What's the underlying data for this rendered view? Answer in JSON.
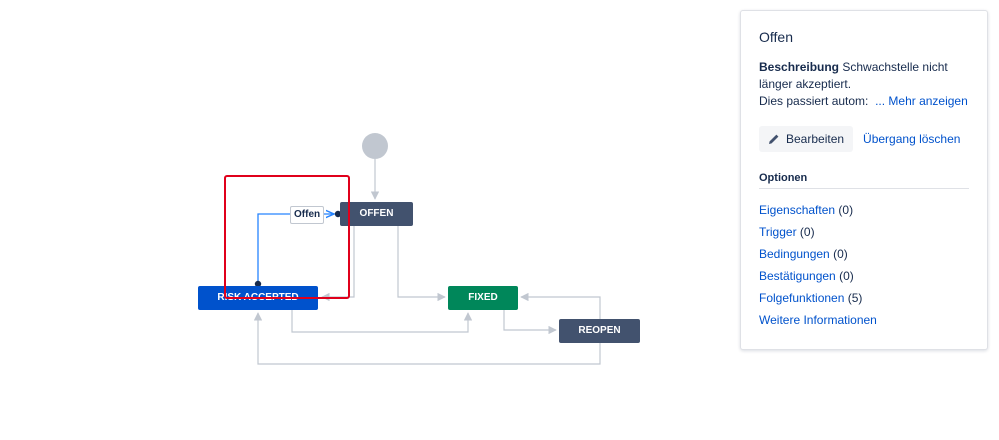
{
  "diagram": {
    "nodes": {
      "offen": "OFFEN",
      "risk_accepted": "RISK ACCEPTED",
      "fixed": "FIXED",
      "reopen": "REOPEN"
    },
    "transition_label": "Offen",
    "colors": {
      "status_gray": "#42526e",
      "status_blue": "#0052cc",
      "status_green": "#00875a",
      "selected_transition": "#2684ff",
      "highlight": "#e0001b"
    }
  },
  "panel": {
    "title": "Offen",
    "description_label": "Beschreibung",
    "description_text": "Schwachstelle nicht länger akzeptiert.",
    "description_more": "Dies passiert autom:",
    "more_link": "... Mehr anzeigen",
    "edit_button": "Bearbeiten",
    "delete_link": "Übergang löschen",
    "options_header": "Optionen",
    "options": [
      {
        "label": "Eigenschaften",
        "count": "(0)"
      },
      {
        "label": "Trigger",
        "count": "(0)"
      },
      {
        "label": "Bedingungen",
        "count": "(0)"
      },
      {
        "label": "Bestätigungen",
        "count": "(0)"
      },
      {
        "label": "Folgefunktionen",
        "count": "(5)"
      }
    ],
    "more_info": "Weitere Informationen"
  }
}
